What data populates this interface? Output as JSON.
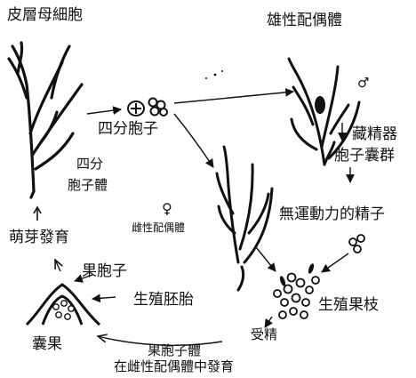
{
  "labels": {
    "tetrasporophyte_title": "皮層母細胞",
    "male_gametophyte": "雄性配偶體",
    "tetraspore": "四分胞子",
    "tetrasporophyte_line1": "四分",
    "tetrasporophyte_line2": "胞子體",
    "spermatangia": "藏精器",
    "spermatia_cluster": "胞子囊群",
    "nonmotile_sperm": "無運動力的精子",
    "female_symbol": "♀",
    "male_symbol": "♂",
    "female_gametophyte": "雌性配偶體",
    "germination": "萌芽發育",
    "carpospore": "果胞子",
    "reproductive_embryo": "生殖胚胎",
    "carpogonial_branch": "生殖果枝",
    "cystocarp": "囊果",
    "fertilization": "受精",
    "carposporophyte": "果胞子體",
    "develops_in_female": "在雌性配偶體中發育"
  },
  "colors": {
    "ink": "#111111",
    "background": "#ffffff"
  }
}
